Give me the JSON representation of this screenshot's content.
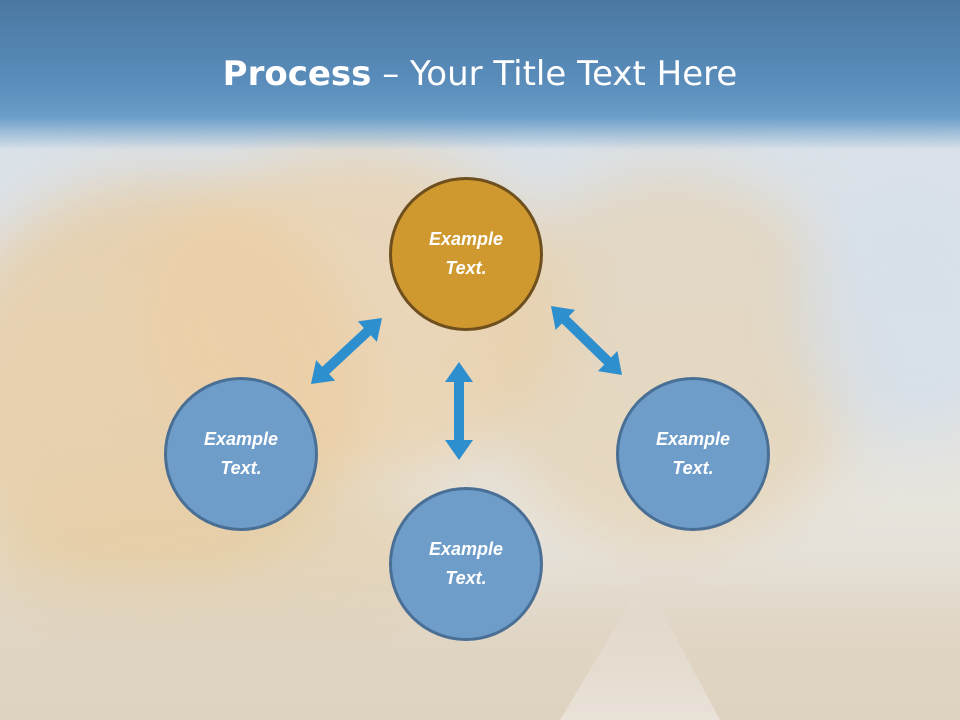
{
  "slide": {
    "title_bold": "Process",
    "title_sep": " – ",
    "title_rest": "Your Title Text Here"
  },
  "diagram": {
    "nodes": [
      {
        "id": "top",
        "label": "Example Text.",
        "color": "#cf9930"
      },
      {
        "id": "left",
        "label": "Example Text.",
        "color": "#6e9dca"
      },
      {
        "id": "bottom",
        "label": "Example Text.",
        "color": "#6e9dca"
      },
      {
        "id": "right",
        "label": "Example Text.",
        "color": "#6e9dca"
      }
    ],
    "arrow_color": "#2e8fcf",
    "connections": [
      {
        "from": "top",
        "to": "left",
        "direction": "both"
      },
      {
        "from": "top",
        "to": "right",
        "direction": "both"
      },
      {
        "from": "top",
        "to": "bottom",
        "direction": "both"
      }
    ]
  }
}
